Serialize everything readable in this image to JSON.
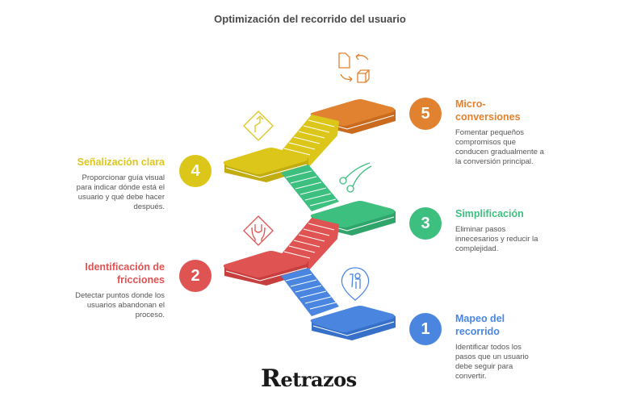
{
  "title": "Optimización del recorrido del usuario",
  "steps": [
    {
      "number": "1",
      "heading": "Mapeo del recorrido",
      "heading_lines": [
        "Mapeo del",
        "recorrido"
      ],
      "description": "Identificar todos los pasos que un usuario debe seguir para convertir.",
      "description_lines": [
        "Identificar todos los",
        "pasos que un usuario",
        "debe seguir para",
        "convertir."
      ],
      "color": "#4a86e0",
      "icon": "person-location-pin-icon",
      "side": "right"
    },
    {
      "number": "2",
      "heading": "Identificación de fricciones",
      "heading_lines": [
        "Identificación de",
        "fricciones"
      ],
      "description": "Detectar puntos donde los usuarios abandonan el proceso.",
      "description_lines": [
        "Detectar puntos donde los",
        "usuarios abandonan el",
        "proceso."
      ],
      "color": "#e05353",
      "icon": "merge-arrows-sign-icon",
      "side": "left"
    },
    {
      "number": "3",
      "heading": "Simplificación",
      "heading_lines": [
        "Simplificación"
      ],
      "description": "Eliminar pasos innecesarios y reducir la complejidad.",
      "description_lines": [
        "Eliminar pasos",
        "innecesarios y reducir la",
        "complejidad."
      ],
      "color": "#3dbf80",
      "icon": "scissors-icon",
      "side": "right"
    },
    {
      "number": "4",
      "heading": "Señalización clara",
      "heading_lines": [
        "Señalización clara"
      ],
      "description": "Proporcionar guía visual para indicar dónde está el usuario y qué debe hacer después.",
      "description_lines": [
        "Proporcionar guía visual",
        "para indicar dónde está el",
        "usuario y qué debe hacer",
        "después."
      ],
      "color": "#dcc61a",
      "icon": "road-sign-turn-icon",
      "side": "left"
    },
    {
      "number": "5",
      "heading": "Micro-conversiones",
      "heading_lines": [
        "Micro-",
        "conversiones"
      ],
      "description": "Fomentar pequeños compromisos que conducen gradualmente a la conversión principal.",
      "description_lines": [
        "Fomentar pequeños",
        "compromisos que",
        "conducen gradualmente a",
        "la conversión principal."
      ],
      "color": "#e0822f",
      "icon": "document-cube-exchange-icon",
      "side": "right"
    }
  ],
  "logo": {
    "text": "Retrazos",
    "cap": "R",
    "rest": "etrazos"
  }
}
